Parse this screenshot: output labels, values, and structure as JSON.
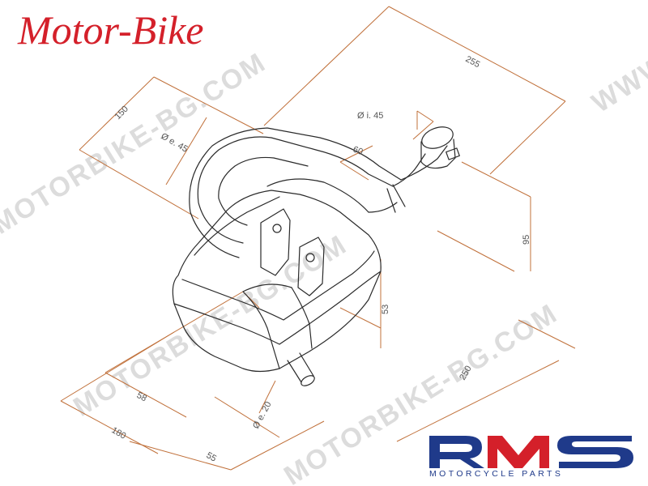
{
  "brand": {
    "title": "Motor-Bike",
    "color": "#d4202a"
  },
  "watermark": {
    "text": "MOTORBIKE-BG.COM",
    "partial": "WWW"
  },
  "logo": {
    "name": "RMS",
    "tagline": "MOTORCYCLE PARTS",
    "colors": {
      "blue": "#1f3a8a",
      "red": "#d4202a"
    }
  },
  "dimensions": {
    "overall_length": "255",
    "width_150": "150",
    "pipe_outer": "Ø e. 45",
    "inlet_inner": "Ø i. 45",
    "offset_60": "60",
    "height_95": "95",
    "height_53": "53",
    "length_250": "250",
    "depth_58": "58",
    "tail_outer": "Ø e. 20",
    "depth_180": "180",
    "depth_55": "55"
  },
  "colors": {
    "dimension_line": "#c0703a",
    "drawing_line": "#2a2a2a"
  }
}
